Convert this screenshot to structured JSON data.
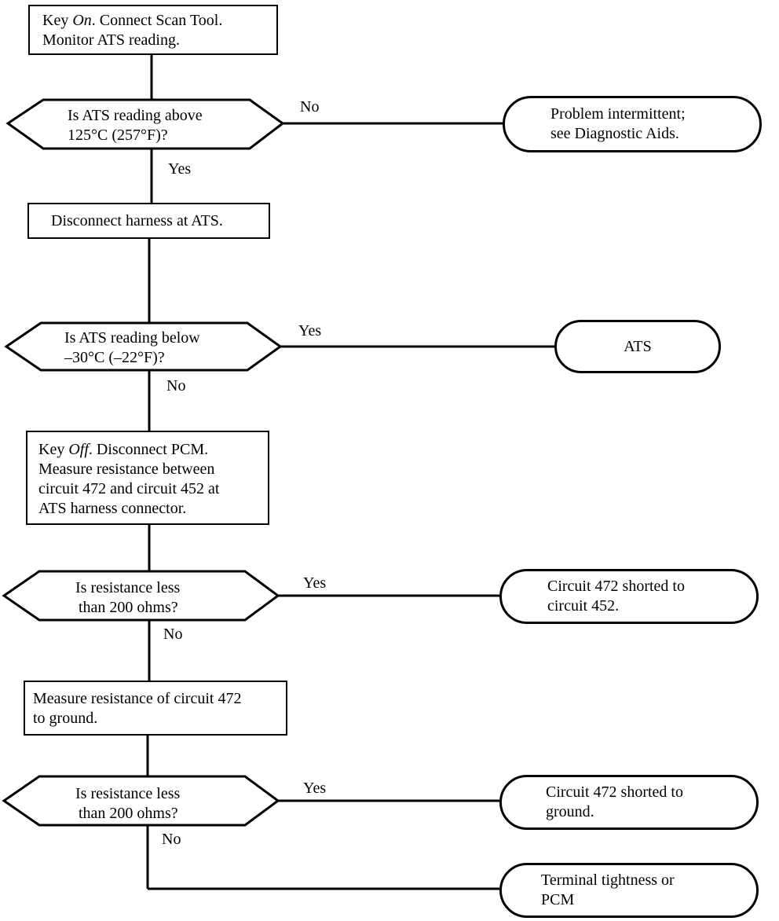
{
  "steps": {
    "step1": {
      "line1_pre": "Key ",
      "line1_em": "On",
      "line1_post": ". Connect Scan Tool.",
      "line2": "Monitor ATS reading."
    },
    "step2": {
      "line1": "Disconnect harness at ATS."
    },
    "step3": {
      "line1_pre": "Key ",
      "line1_em": "Off",
      "line1_post": ". Disconnect PCM.",
      "line2": "Measure resistance between",
      "line3": "circuit 472 and circuit 452 at",
      "line4": "ATS harness connector."
    },
    "step4": {
      "line1": "Measure resistance of circuit 472",
      "line2": "to ground."
    }
  },
  "decisions": {
    "d1": {
      "line1": "Is ATS reading above",
      "line2": "125°C (257°F)?"
    },
    "d2": {
      "line1": "Is ATS reading below",
      "line2": "–30°C (–22°F)?"
    },
    "d3": {
      "line1": "Is resistance less",
      "line2": "than 200 ohms?"
    },
    "d4": {
      "line1": "Is resistance less",
      "line2": "than 200 ohms?"
    }
  },
  "outcomes": {
    "o1": {
      "line1": "Problem intermittent;",
      "line2": "see Diagnostic Aids."
    },
    "o2": {
      "line1": "ATS"
    },
    "o3": {
      "line1": "Circuit 472 shorted to",
      "line2": "circuit 452."
    },
    "o4": {
      "line1": "Circuit 472 shorted to",
      "line2": "ground."
    },
    "o5": {
      "line1": "Terminal tightness or",
      "line2": "PCM"
    }
  },
  "branch_labels": {
    "d1_side": "No",
    "d1_down": "Yes",
    "d2_side": "Yes",
    "d2_down": "No",
    "d3_side": "Yes",
    "d3_down": "No",
    "d4_side": "Yes",
    "d4_down": "No"
  }
}
